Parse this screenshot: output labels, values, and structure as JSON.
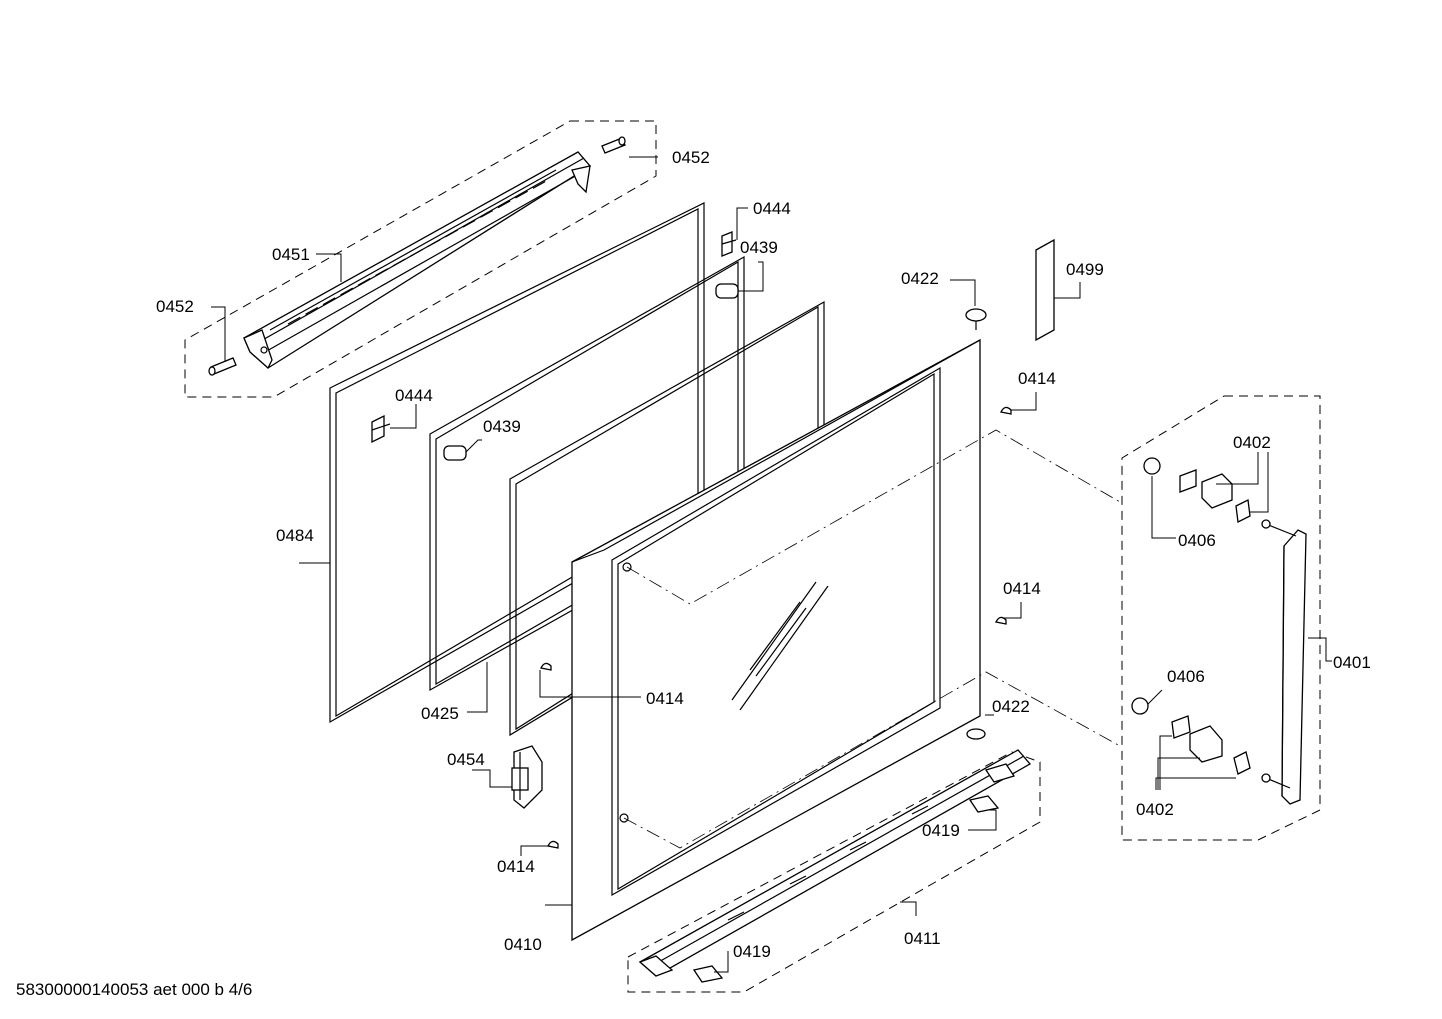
{
  "footer": "58300000140053 aet 000 b 4/6",
  "labels": {
    "l0452a": "0452",
    "l0452b": "0452",
    "l0451": "0451",
    "l0444a": "0444",
    "l0444b": "0444",
    "l0439a": "0439",
    "l0439b": "0439",
    "l0484": "0484",
    "l0425": "0425",
    "l0454": "0454",
    "l0414a": "0414",
    "l0414b": "0414",
    "l0414c": "0414",
    "l0414d": "0414",
    "l0410": "0410",
    "l0422a": "0422",
    "l0422b": "0422",
    "l0499": "0499",
    "l0419a": "0419",
    "l0419b": "0419",
    "l0411": "0411",
    "l0402a": "0402",
    "l0402b": "0402",
    "l0406a": "0406",
    "l0406b": "0406",
    "l0401": "0401"
  }
}
